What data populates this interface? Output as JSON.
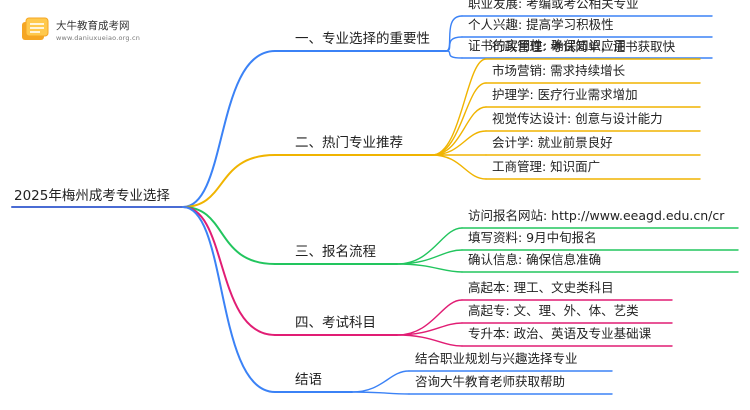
{
  "logo": {
    "title": "大牛教育成考网",
    "url": "www.daniuxueiao.org.cn",
    "icon": "open-book-icon",
    "icon_color": "#f5a623"
  },
  "root": {
    "label": "2025年梅州成考专业选择",
    "color": "#4a6cd4"
  },
  "branches": [
    {
      "key": "importance",
      "label": "一、专业选择的重要性",
      "color": "#3b82f6",
      "leaves": [
        "职业发展: 考编或考公相关专业",
        "个人兴趣: 提高学习积极性",
        "证书的实用性: 确保知识应用"
      ]
    },
    {
      "key": "popular",
      "label": "二、热门专业推荐",
      "color": "#f0b400",
      "leaves": [
        "行政管理: 考试简单，证书获取快",
        "市场营销: 需求持续增长",
        "护理学: 医疗行业需求增加",
        "视觉传达设计: 创意与设计能力",
        "会计学: 就业前景良好",
        "工商管理: 知识面广"
      ]
    },
    {
      "key": "registration",
      "label": "三、报名流程",
      "color": "#22c55e",
      "leaves": [
        "访问报名网站: http://www.eeagd.edu.cn/cr",
        "填写资料: 9月中旬报名",
        "确认信息: 确保信息准确"
      ]
    },
    {
      "key": "subjects",
      "label": "四、考试科目",
      "color": "#e11d74",
      "leaves": [
        "高起本: 理工、文史类科目",
        "高起专: 文、理、外、体、艺类",
        "专升本: 政治、英语及专业基础课"
      ]
    },
    {
      "key": "conclusion",
      "label": "结语",
      "color": "#3b82f6",
      "leaves": [
        "结合职业规划与兴趣选择专业",
        "咨询大牛教育老师获取帮助"
      ]
    }
  ]
}
